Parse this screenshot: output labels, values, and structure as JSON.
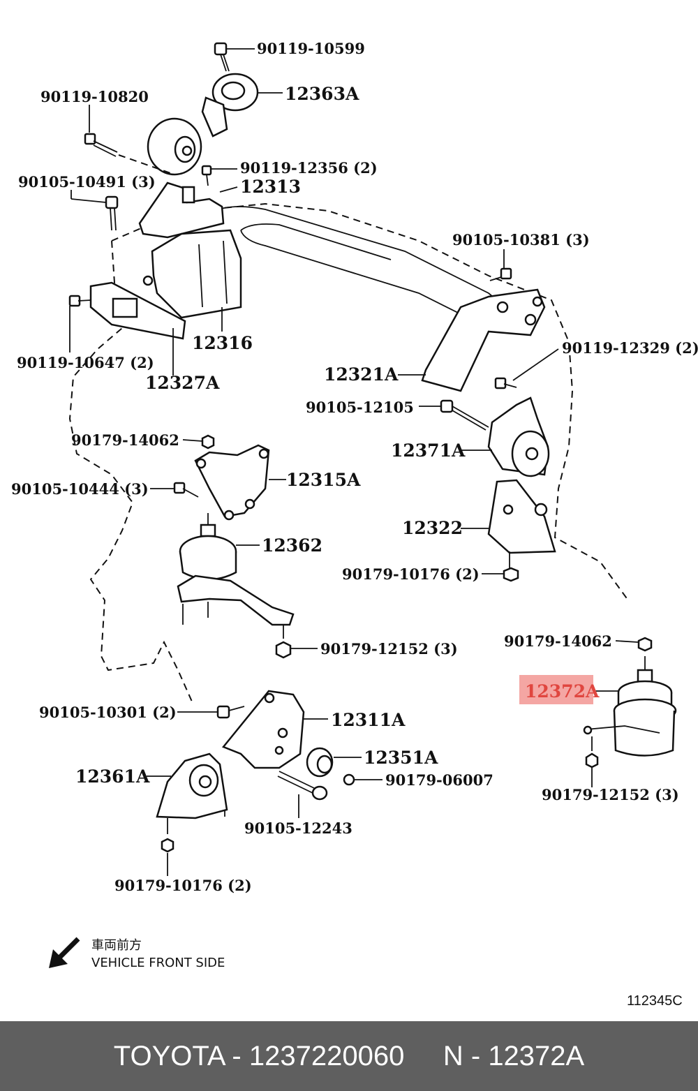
{
  "labels": {
    "p90119_10599": "90119-10599",
    "p12363A": "12363A",
    "p90119_10820": "90119-10820",
    "p90119_12356": "90119-12356 (2)",
    "p90105_10491": "90105-10491 (3)",
    "p12313": "12313",
    "p90105_10381": "90105-10381 (3)",
    "p90119_12329": "90119-12329 (2)",
    "p12316": "12316",
    "p90119_10647": "90119-10647 (2)",
    "p12327A": "12327A",
    "p12321A": "12321A",
    "p90105_12105": "90105-12105",
    "p12371A": "12371A",
    "p90179_14062a": "90179-14062",
    "p12315A": "12315A",
    "p90105_10444": "90105-10444 (3)",
    "p12322": "12322",
    "p12362": "12362",
    "p90179_10176a": "90179-10176 (2)",
    "p90179_12152a": "90179-12152 (3)",
    "p90179_14062b": "90179-14062",
    "p12372A": "12372A",
    "p90105_10301": "90105-10301 (2)",
    "p12311A": "12311A",
    "p12351A": "12351A",
    "p12361A": "12361A",
    "p90179_06007": "90179-06007",
    "p90179_12152b": "90179-12152 (3)",
    "p90105_12243": "90105-12243",
    "p90179_10176b": "90179-10176 (2)"
  },
  "direction_jp": "車両前方",
  "direction_en": "VEHICLE FRONT SIDE",
  "figure_code": "112345C",
  "footer": {
    "brand": "TOYOTA",
    "part_number": "1237220060",
    "ref": "N - 12372A",
    "text": "TOYOTA - 1237220060     N - 12372A"
  },
  "colors": {
    "highlight_bg": "#f4a6a3",
    "highlight_text": "#e0463f",
    "footer_bg": "#5f5f5f"
  },
  "icons": [
    "arrow-icon"
  ]
}
